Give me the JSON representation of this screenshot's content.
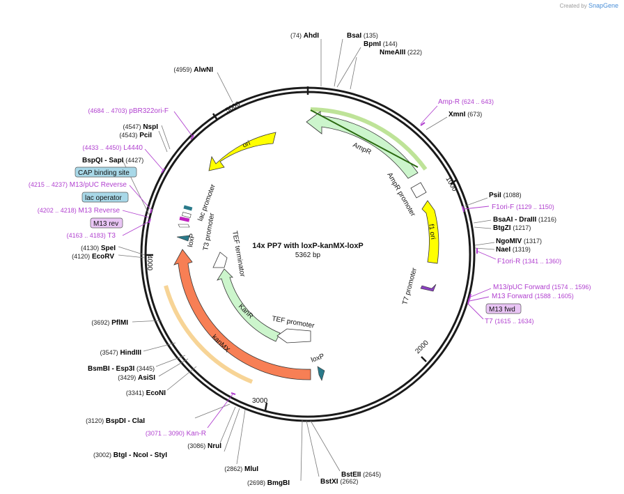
{
  "credit": {
    "prefix": "Created by",
    "brand": "SnapGene"
  },
  "map": {
    "name": "14x PP7 with loxP-kanMX-loxP",
    "size_label": "5362 bp",
    "total_bp": 5362,
    "ticks": [
      "1000",
      "2000",
      "3000",
      "4000",
      "5000"
    ]
  },
  "sites": [
    {
      "name": "AhdI",
      "pos": "(74)"
    },
    {
      "name": "BsaI",
      "pos": "(135)"
    },
    {
      "name": "BpmI",
      "pos": "(144)"
    },
    {
      "name": "NmeAIII",
      "pos": "(222)"
    },
    {
      "name": "XmnI",
      "pos": "(673)"
    },
    {
      "name": "PsiI",
      "pos": "(1088)"
    },
    {
      "name": "BsaAI",
      "pos": "(1216)",
      "extra": "DraIII"
    },
    {
      "name": "BtgZI",
      "pos": "(1217)"
    },
    {
      "name": "NgoMIV",
      "pos": "(1317)"
    },
    {
      "name": "NaeI",
      "pos": "(1319)"
    },
    {
      "name": "BstEII",
      "pos": "(2645)"
    },
    {
      "name": "BstXI",
      "pos": "(2662)"
    },
    {
      "name": "BmgBI",
      "pos": "(2698)"
    },
    {
      "name": "MluI",
      "pos": "(2862)"
    },
    {
      "name": "BtgI",
      "pos": "(3002)",
      "extra": "NcoI",
      "extra2": "StyI"
    },
    {
      "name": "NruI",
      "pos": "(3086)"
    },
    {
      "name": "BspDI",
      "pos": "(3120)",
      "extra": "ClaI"
    },
    {
      "name": "EcoNI",
      "pos": "(3341)"
    },
    {
      "name": "AsiSI",
      "pos": "(3429)"
    },
    {
      "name": "BsmBI",
      "pos": "(3445)",
      "extra": "Esp3I"
    },
    {
      "name": "HindIII",
      "pos": "(3547)"
    },
    {
      "name": "PflMI",
      "pos": "(3692)"
    },
    {
      "name": "EcoRV",
      "pos": "(4120)"
    },
    {
      "name": "SpeI",
      "pos": "(4130)"
    },
    {
      "name": "BspQI",
      "pos": "(4427)",
      "extra": "SapI"
    },
    {
      "name": "PciI",
      "pos": "(4543)"
    },
    {
      "name": "NspI",
      "pos": "(4547)"
    },
    {
      "name": "AlwNI",
      "pos": "(4959)"
    }
  ],
  "primers": [
    {
      "name": "Amp-R",
      "range": "(624 .. 643)"
    },
    {
      "name": "F1ori-F",
      "range": "(1129 .. 1150)"
    },
    {
      "name": "F1ori-R",
      "range": "(1341 .. 1360)"
    },
    {
      "name": "M13/pUC Forward",
      "range": "(1574 .. 1596)"
    },
    {
      "name": "M13 Forward",
      "range": "(1588 .. 1605)"
    },
    {
      "name": "T7",
      "range": "(1615 .. 1634)"
    },
    {
      "name": "Kan-R",
      "range": "(3071 .. 3090)"
    },
    {
      "name": "T3",
      "range": "(4163 .. 4183)"
    },
    {
      "name": "M13 Reverse",
      "range": "(4202 .. 4218)"
    },
    {
      "name": "M13/pUC Reverse",
      "range": "(4215 .. 4237)"
    },
    {
      "name": "L4440",
      "range": "(4433 .. 4450)"
    },
    {
      "name": "pBR322ori-F",
      "range": "(4684 .. 4703)"
    }
  ],
  "boxed_labels": {
    "m13_fwd": "M13 fwd",
    "m13_rev": "M13 rev",
    "lac_operator": "lac operator",
    "cap_site": "CAP binding site"
  },
  "features": {
    "ori": "ori",
    "ampr": "AmpR",
    "ampr_promoter": "AmpR promoter",
    "f1_ori": "f1 ori",
    "t7_promoter": "T7 promoter",
    "kanmx": "kanMX",
    "kanr": "KanR",
    "tef_promoter": "TEF promoter",
    "tef_terminator": "TEF terminator",
    "loxp": "loxP",
    "loxp2": "loxP",
    "t3_promoter": "T3 promoter",
    "lac_promoter": "lac promoter"
  },
  "colors": {
    "backbone": "#1a1a1a",
    "primer": "#b03fcf",
    "yellow": "#ffff00",
    "ampr": "#ccf5cc",
    "kanmx": "#f77f55",
    "kanr": "#ccf5cc",
    "loxp": "#2a7a8a",
    "boxed_blue": "#a8d8e8",
    "boxed_purple": "#e9c5f5"
  }
}
